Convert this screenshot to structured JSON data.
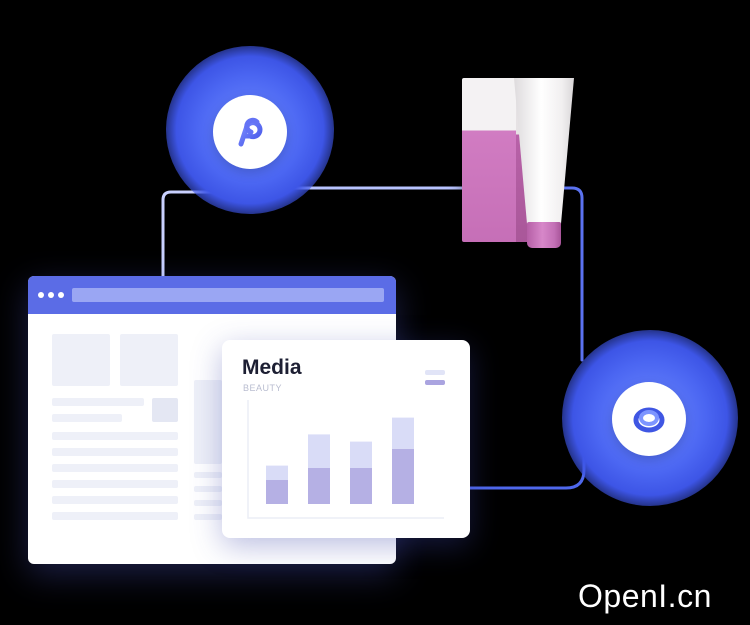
{
  "card": {
    "title": "Media",
    "subtitle": "BEAUTY"
  },
  "chart_data": {
    "type": "bar",
    "categories": [
      "",
      "",
      "",
      ""
    ],
    "series": [
      {
        "name": "",
        "values": [
          20,
          30,
          30,
          46
        ]
      },
      {
        "name": "",
        "values": [
          12,
          28,
          22,
          26
        ]
      }
    ],
    "stacked": true,
    "ylim": [
      0,
      80
    ],
    "colors": [
      "#b5b0e4",
      "#d9dcf7"
    ]
  },
  "colors": {
    "background": "#000000",
    "accent": "#4b66f2",
    "browser_bar": "#5b6ce6",
    "product_pink": "#cf7cc0",
    "connector": "#5c74ee"
  },
  "icons": {
    "left": "pipedrive-p-icon",
    "right": "loop-logo-icon"
  },
  "watermark": "OpenI.cn"
}
